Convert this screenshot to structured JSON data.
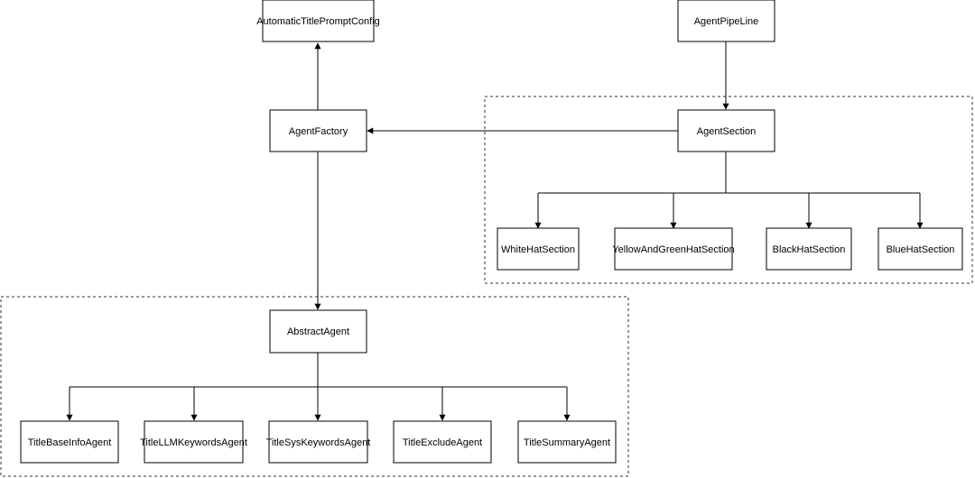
{
  "nodes": {
    "automatic_title_prompt_config": "AutomaticTitlePromptConfig",
    "agent_pipeline": "AgentPipeLine",
    "agent_factory": "AgentFactory",
    "agent_section": "AgentSection",
    "white_hat_section": "WhiteHatSection",
    "yellow_and_green_hat_section": "YellowAndGreenHatSection",
    "black_hat_section": "BlackHatSection",
    "blue_hat_section": "BlueHatSection",
    "abstract_agent": "AbstractAgent",
    "title_base_info_agent": "TitleBaseInfoAgent",
    "title_llm_keywords_agent": "TitleLLMKeywordsAgent",
    "title_sys_keywords_agent": "TitleSysKeywordsAgent",
    "title_exclude_agent": "TitleExcludeAgent",
    "title_summary_agent": "TitleSummaryAgent"
  },
  "colors": {
    "stroke": "#000000",
    "background": "#ffffff",
    "group_border": "#333333"
  }
}
